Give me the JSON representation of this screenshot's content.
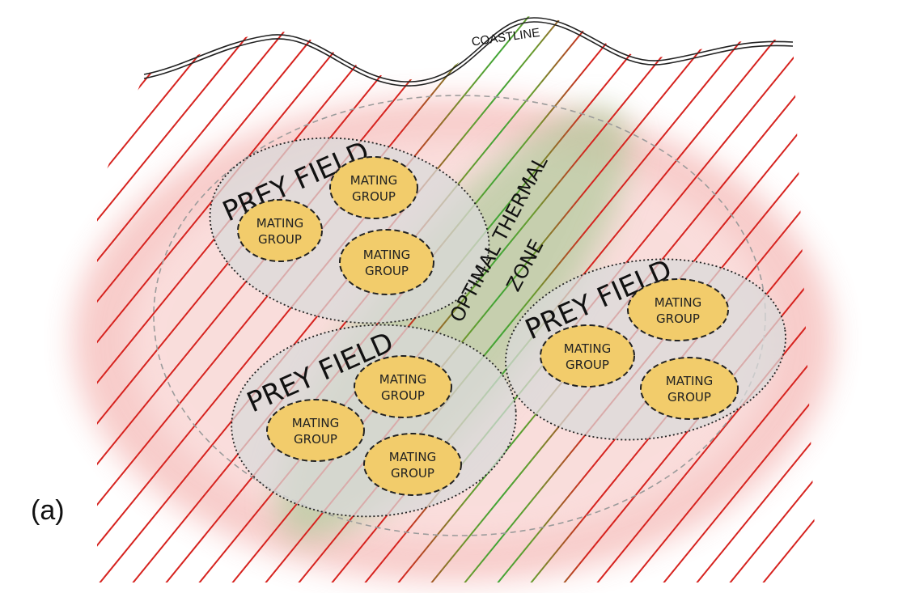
{
  "panel_label": "(a)",
  "coastline_label": "COASTLINE",
  "thermal_zone": {
    "line1": "OPTIMAL THERMAL",
    "line2": "ZONE"
  },
  "prey_fields": [
    {
      "label": "PREY FIELD",
      "groups": [
        [
          "MATING",
          "GROUP"
        ],
        [
          "MATING",
          "GROUP"
        ],
        [
          "MATING",
          "GROUP"
        ]
      ]
    },
    {
      "label": "PREY FIELD",
      "groups": [
        [
          "MATING",
          "GROUP"
        ],
        [
          "MATING",
          "GROUP"
        ],
        [
          "MATING",
          "GROUP"
        ]
      ]
    },
    {
      "label": "PREY FIELD",
      "groups": [
        [
          "MATING",
          "GROUP"
        ],
        [
          "MATING",
          "GROUP"
        ],
        [
          "MATING",
          "GROUP"
        ]
      ]
    }
  ],
  "colors": {
    "hatch_warm": "#d6231f",
    "hatch_optimal": "#3fa535",
    "warm_glow": "#e8605a",
    "optimal_glow": "#9ec58a",
    "prey_field_fill": "#d9d9d9",
    "mating_group_fill": "#f2cc6b"
  }
}
